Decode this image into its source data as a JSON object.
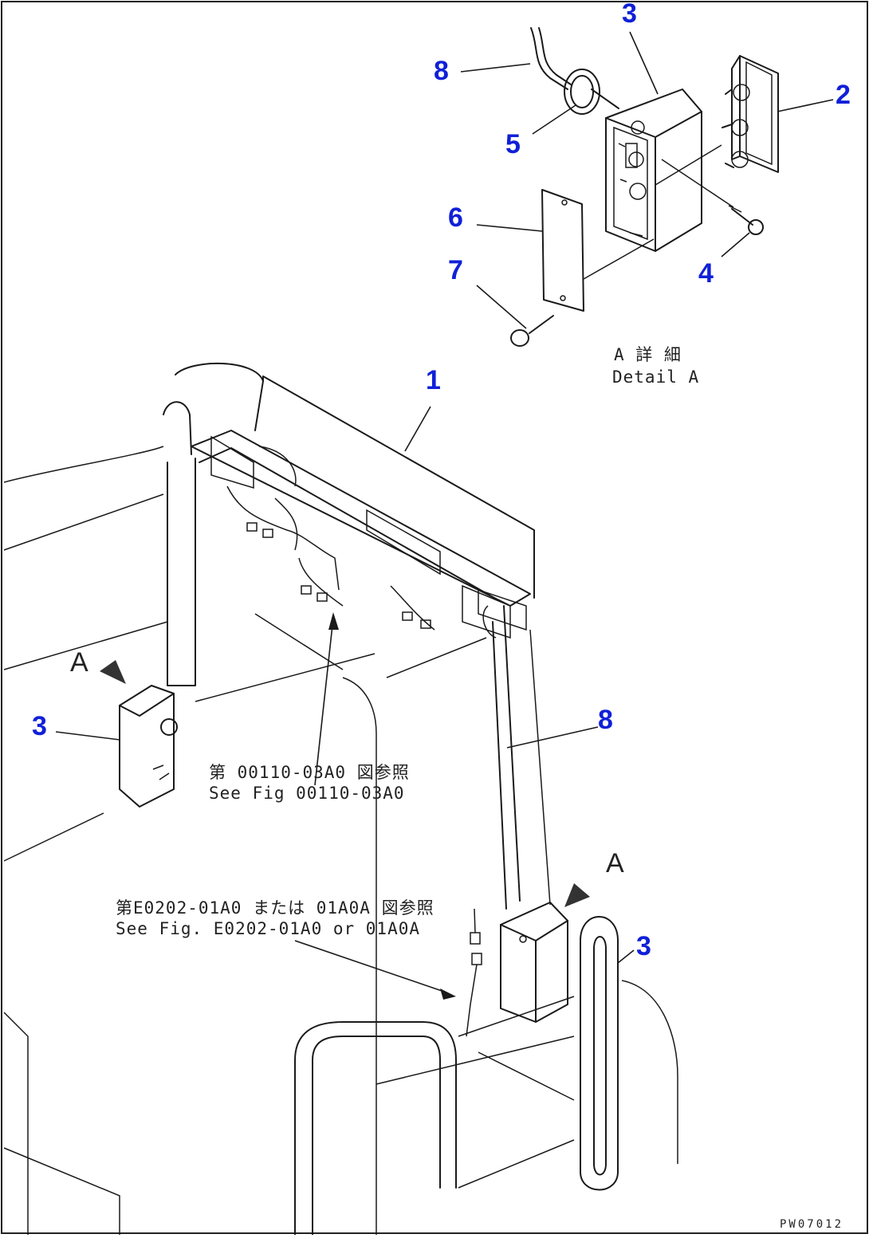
{
  "callouts": {
    "c1": "1",
    "c2": "2",
    "c3_top": "3",
    "c3_left": "3",
    "c3_right": "3",
    "c4": "4",
    "c5": "5",
    "c6": "6",
    "c7": "7",
    "c8_top": "8",
    "c8_mid": "8"
  },
  "view_markers": {
    "left": "A",
    "right": "A"
  },
  "detail_caption": {
    "jp": "A 詳 細",
    "en": "Detail A"
  },
  "notes": {
    "ref1_jp": "第 00110-03A0 図参照",
    "ref1_en": "See Fig 00110-03A0",
    "ref2_jp": "第E0202-01A0 または 01A0A 図参照",
    "ref2_en": "See Fig. E0202-01A0 or 01A0A"
  },
  "drawing_code": "PW07012",
  "colors": {
    "callout": "#1020d8",
    "line": "#1a1a1a"
  }
}
